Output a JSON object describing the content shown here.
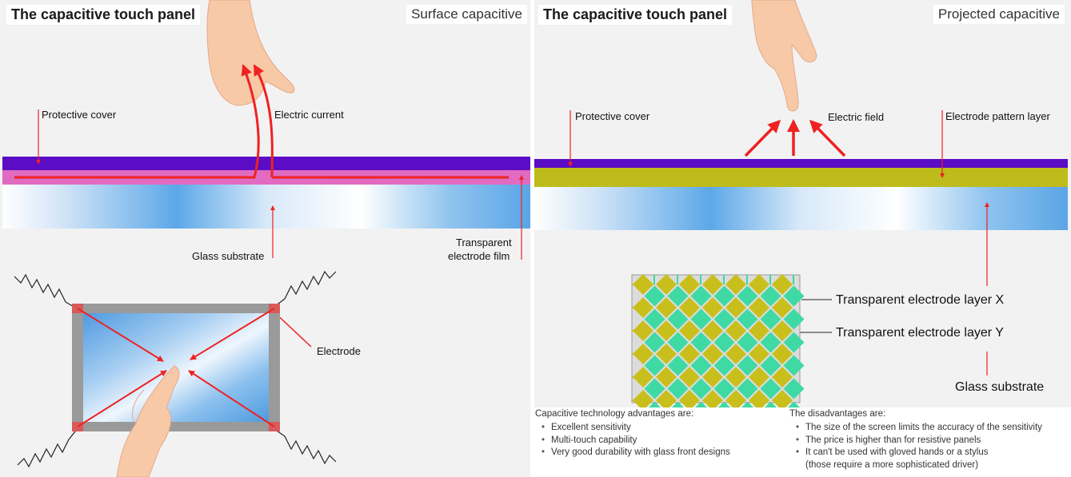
{
  "left": {
    "title": "The capacitive touch panel",
    "subtitle": "Surface capacitive",
    "labels": {
      "protective_cover": "Protective cover",
      "electric_current": "Electric current",
      "glass_substrate": "Glass substrate",
      "transparent_film_1": "Transparent",
      "transparent_film_2": "electrode film",
      "electrode": "Electrode"
    }
  },
  "right": {
    "title": "The capacitive touch panel",
    "subtitle": "Projected capacitive",
    "labels": {
      "protective_cover": "Protective cover",
      "electric_field": "Electric field",
      "electrode_pattern": "Electrode pattern layer",
      "layer_x": "Transparent  electrode layer X",
      "layer_y": "Transparent  electrode layer Y",
      "glass_substrate": "Glass substrate"
    }
  },
  "advantages": {
    "heading": "Capacitive technology advantages are:",
    "items": [
      "Excellent sensitivity",
      "Multi-touch capability",
      "Very good durability with glass front designs"
    ]
  },
  "disadvantages": {
    "heading": "The disadvantages are:",
    "items": [
      "The size of the screen limits the accuracy of the sensitivity",
      "The price is higher than for resistive panels",
      "It can't be used with gloved hands or a stylus"
    ],
    "continuation": "(those require a more sophisticated driver)"
  },
  "colors": {
    "cover": "#5b0cc4",
    "film": "#e06bc0",
    "pattern": "#bdbc1c",
    "arrow": "#ee2222",
    "grid_yellow": "#c9bf1c",
    "grid_green": "#3fd9a4",
    "frame": "#9a9a9a",
    "skin": "#f8c9a6"
  }
}
